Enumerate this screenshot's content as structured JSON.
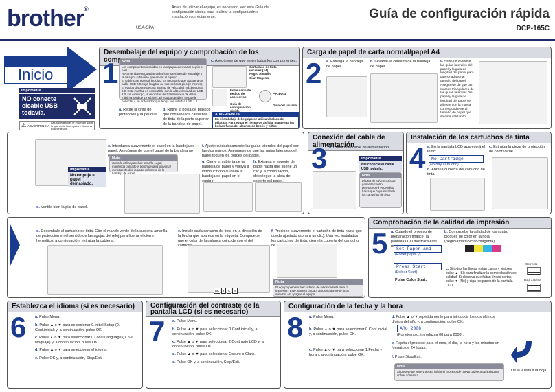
{
  "header": {
    "logo": "brother",
    "reg": "®",
    "region": "USA-SPA",
    "intro": "Antes de utilizar el equipo, es necesario leer esta Guía de configuración rápida para realizar la configuración e instalación correctamente.",
    "title": "Guía de configuración rápida",
    "model": "DCP-165C"
  },
  "inicio": {
    "label": "Inicio",
    "important": "Importante",
    "imp_text": "NO conecte elcable USB todavía.",
    "warning_label": "ADVERTENCIA",
    "warning_text": "Las advertencias le informan sobre lo que debe hacer para evitar una posible lesión."
  },
  "s1": {
    "title": "Desembalaje del equipo y comprobación de los componentes",
    "num": "1",
    "note": "Nota",
    "note_items": [
      "Los componentes incluidos en la caja pueden variar según el país.",
      "Recomendamos guardar todos los materiales de embalaje y la caja por si tuviese que enviar el equipo.",
      "El cable USB no está incluido. Es necesario que adquiera un cable USB 2.0 cuya longitud no supere los 6 pies (2 metros).",
      "El equipo dispone de una interfaz de velocidad máxima USB 2.0. Esta interfaz es compatible con la alta velocidad de USB 2.0; sin embargo, la velocidad de transferencia de datos máxima será de 12 Mbits/s. El equipo también se puede conectar a un ordenador que tenga una interfaz USB 1.1."
    ],
    "a": "Retire la cinta de protección y la película.",
    "b": "Retire la bolsa de plástico que contiene los cartuchos de tinta de la parte superior de la bandeja de papel.",
    "c": "Asegúrese de que estén todos los componentes.",
    "comp1": "Cartuchos de tinta iniciales [x4] Negro Amarillo Cian Magenta",
    "comp2": "Formulario de pedido de accesorios",
    "comp3": "CD-ROM",
    "comp4": "Guía de configuración rápida",
    "comp5": "Guía del usuario",
    "adv": "ADVERTENCIA",
    "adv_text": "En el embalaje del equipo se utilizan bolsas de plástico. Para evitar el riesgo de asfixia, mantenga las bolsas fuera del alcance de bebés y niños."
  },
  "s2": {
    "title": "Carga de papel de carta normal/papel A4",
    "num": "2",
    "a": "Extraiga la bandeja de papel.",
    "b": "Levante la cubierta de la bandeja de papel.",
    "c": "Presione y deslice las guías laterales del papel y la guía de longitud del papel para que se adapte al tamaño del papel. Asegúrese de que las marcas triangulares de las guías laterales del papel y la guía de longitud del papel se alinean con la marca correspondiente al tamaño de papel que se está utilizando.",
    "d": "Ventile bien la pila de papel.",
    "e": "Introduzca suavemente el papel en la bandeja de papel. Asegúrese de que el papel de la bandeja no está arrugado.",
    "note": "Nota",
    "note_e": "Cuando utilice papel de tamaño Legal, mantenga pulsado el botón de guía universal mientras desliza la parte delantera de la bandeja de papel.",
    "important": "Importante",
    "imp_text": "No empuje el papel demasiado.",
    "f": "Ajuste cuidadosamente las guías laterales del papel con las dos manos. Asegúrese de que las guías laterales del papel toquen los bordes del papel.",
    "g": "Cierre la cubierta de la bandeja de papel y vuelva a introducir con cuidado la bandeja de papel en el equipo.",
    "h": "Extraiga el soporte de papel hasta que suene un clic y, a continuación, despliegue la aleta de soporte del papel."
  },
  "s3": {
    "title": "Conexión del cable de alimentación",
    "num": "3",
    "a": "Conecte el cable de alimentación.",
    "important": "Importante",
    "imp_text": "NO conecte el cable USB todavía.",
    "note": "Nota",
    "note_text": "El LED de advertencia del panel de control permanecerá encendido hasta que haya instalado los cartuchos de tinta."
  },
  "s4": {
    "title": "Instalación de los cartuchos de tinta",
    "num": "4",
    "a": "En la pantalla LCD aparecerá el texto:",
    "lcd1": "No Cartridge",
    "lcd1_sub": "(No hay cartucho)",
    "b": "Abra la cubierta del cartucho de tinta.",
    "c": "Extraiga la pieza de protección de color verde.",
    "d": "Desembale el cartucho de tinta. Gire el mando verde de la cubierta amarilla de protección en el sentido de las agujas del reloj para liberar el cierre hermético, a continuación, extraiga la cubierta.",
    "e": "Instale cada cartucho de tinta en la dirección de la flecha que aparece en la etiqueta. Compruebe que el color de la palanca coincide con el del cartucho.",
    "f": "Presione suavemente el cartucho de tinta hasta que quede ajustado (sonará un clic). Una vez instalados los cartuchos de tinta, cierre la cubierta del cartucho de tinta.",
    "note": "Nota",
    "note_text": "El equipo preparará el sistema de tubos de tinta para la impresión. Este proceso tardará aproximadamente unos minutos. No apague el equipo.",
    "colors": [
      "BK",
      "Y",
      "C",
      "M"
    ]
  },
  "s5": {
    "title": "Comprobación de la calidad de impresión",
    "num": "5",
    "a": "Cuando el proceso de preparación finalice, la pantalla LCD mostrará este mensaje:",
    "lcd1": "Set Paper and",
    "lcd1_sub": "(Poner papel y)",
    "lcd2": "Press Start",
    "lcd2_sub": "(Pulsar Start)",
    "a2": "Pulse Color Start.",
    "b": "Compruebe la calidad de los cuatro bloques de color en la hoja (negro/amarillo/cian/magenta).",
    "c": "Si todas las líneas están claras y visibles, pulse ▲ (Sí) para finalizar la comprobación de calidad. Si observa que faltan líneas cortas, pulse ▼ (No) y siga los pasos de la pantalla LCD.",
    "good": "Correcta",
    "bad": "Baja calidad"
  },
  "s6": {
    "title": "Establezca el idioma (si es necesario)",
    "num": "6",
    "a": "Pulse Menu.",
    "b": "Pulse ▲ o ▼ para seleccionar 0.Initial Setup (0. Conf.inicial) y, a continuación, pulse OK.",
    "c": "Pulse ▲ o ▼ para seleccionar 0.Local Language (0. Sel. lenguaje) y, a continuación, pulse OK.",
    "d": "Pulse ▲ o ▼ para seleccionar el idioma.",
    "e": "Pulse OK y, a continuación, Stop/Exit."
  },
  "s7": {
    "title": "Configuración del contraste de la pantalla LCD (si es necesario)",
    "num": "7",
    "a": "Pulse Menu.",
    "b": "Pulse ▲ o ▼ para seleccionar 0.Conf.inicial y, a continuación, pulse OK.",
    "c": "Pulse ▲ o ▼ para seleccionar 2.Contraste LCD y, a continuación, pulse OK.",
    "d": "Pulse ▲ o ▼ para seleccionar Oscuro o Claro.",
    "e": "Pulse OK y, a continuación, Stop/Exit."
  },
  "s8": {
    "title": "Configuración de la fecha y la hora",
    "num": "8",
    "a": "Pulse Menu.",
    "b": "Pulse ▲ o ▼ para seleccionar 0.Conf.inicial y, a continuación, pulse OK.",
    "c": "Pulse ▲ o ▼ para seleccionar 1.Fecha y hora y, a continuación, pulse OK.",
    "d": "Pulse ▲ o ▼ repetidamente para introducir los dos últimos dígitos del año y, a continuación, pulse OK.",
    "lcd": "Año:2008",
    "d_sub": "(Por ejemplo, introduzca 08 para 2008).",
    "e": "Repita el proceso para el mes, el día, la hora y los minutos en formato de 24 horas.",
    "f": "Pulse Stop/Exit.",
    "note": "Nota",
    "note_text": "Si comete un error y desea iniciar el proceso de nuevo, pulse Stop/Exit para volver al paso a.",
    "turn": "De la vuelta a la hoja."
  }
}
